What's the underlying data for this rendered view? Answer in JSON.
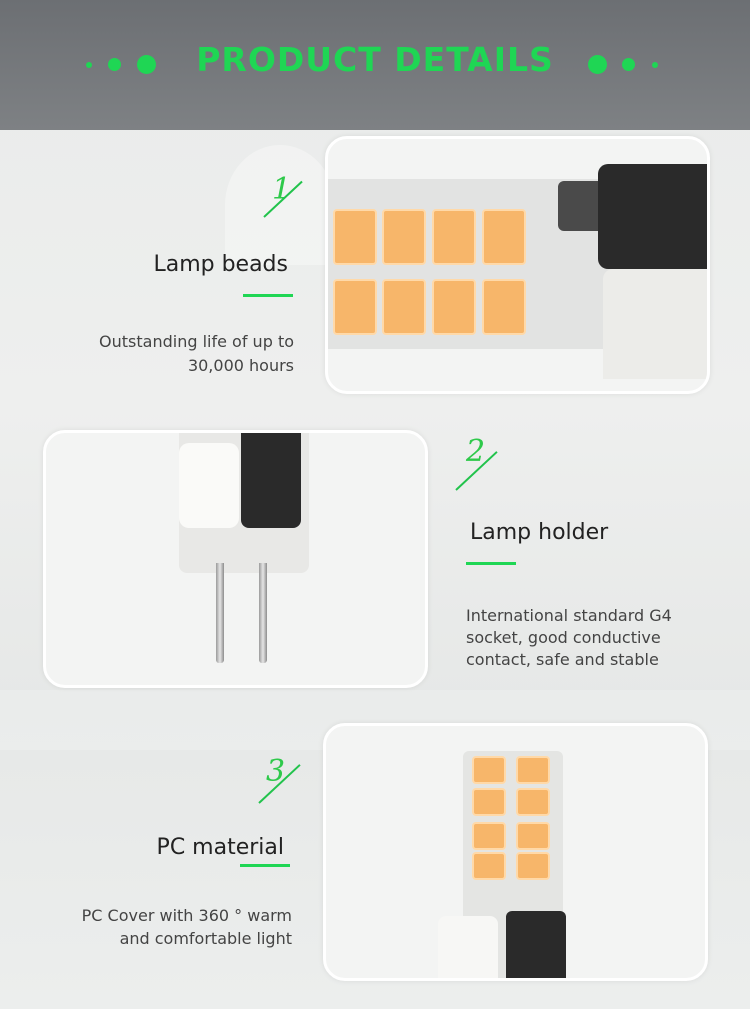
{
  "header": {
    "title": "PRODUCT DETAILS"
  },
  "features": [
    {
      "number": "1",
      "title": "Lamp beads",
      "description_line1": "Outstanding life of up to",
      "description_line2": "30,000 hours"
    },
    {
      "number": "2",
      "title": "Lamp holder",
      "description_line1": "International standard G4",
      "description_line2": "socket, good conductive",
      "description_line3": "contact, safe and stable"
    },
    {
      "number": "3",
      "title": "PC material",
      "description_line1": "PC Cover with 360 ° warm",
      "description_line2": "and comfortable light"
    }
  ],
  "colors": {
    "accent": "#1fd654",
    "header_bg": "#737679",
    "led": "#f7b66a"
  }
}
